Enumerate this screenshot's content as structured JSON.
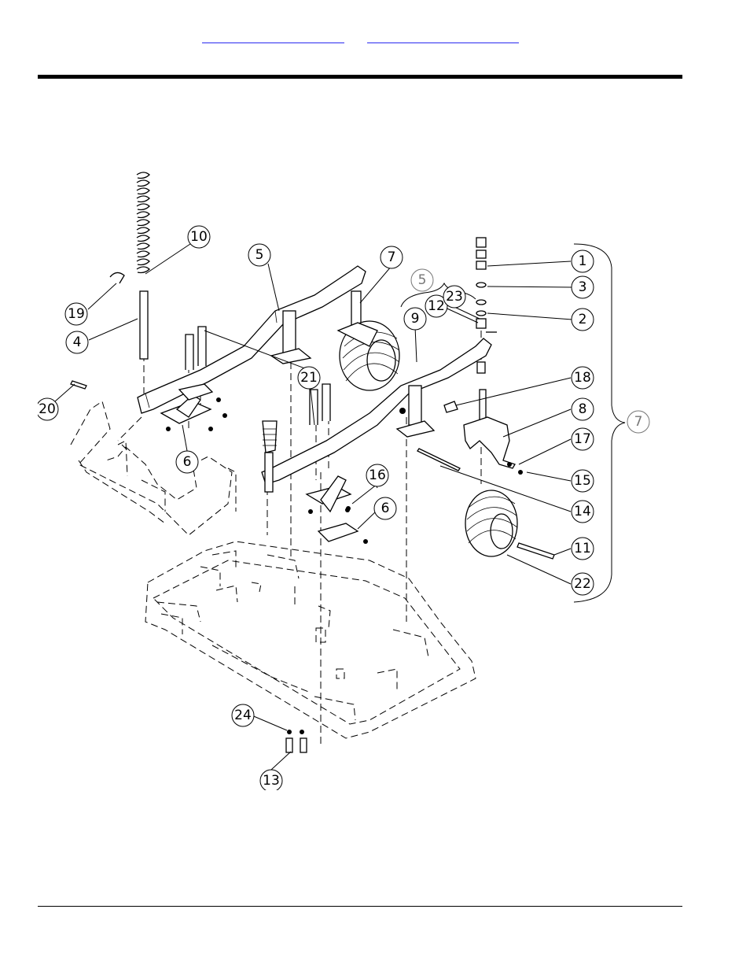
{
  "header": {
    "link_left": "",
    "link_right": ""
  },
  "callouts": {
    "c1": "1",
    "c2": "2",
    "c3": "3",
    "c4": "4",
    "c5": "5",
    "c5_ghost": "5",
    "c6a": "6",
    "c6b": "6",
    "c7": "7",
    "c7_group": "7",
    "c8": "8",
    "c9": "9",
    "c10": "10",
    "c11": "11",
    "c12": "12",
    "c13": "13",
    "c14": "14",
    "c15": "15",
    "c16": "16",
    "c17": "17",
    "c18": "18",
    "c19": "19",
    "c20": "20",
    "c21": "21",
    "c22": "22",
    "c23": "23",
    "c24": "24"
  },
  "colors": {
    "link": "#2a2af0",
    "line": "#000000",
    "ghost": "#777777"
  }
}
